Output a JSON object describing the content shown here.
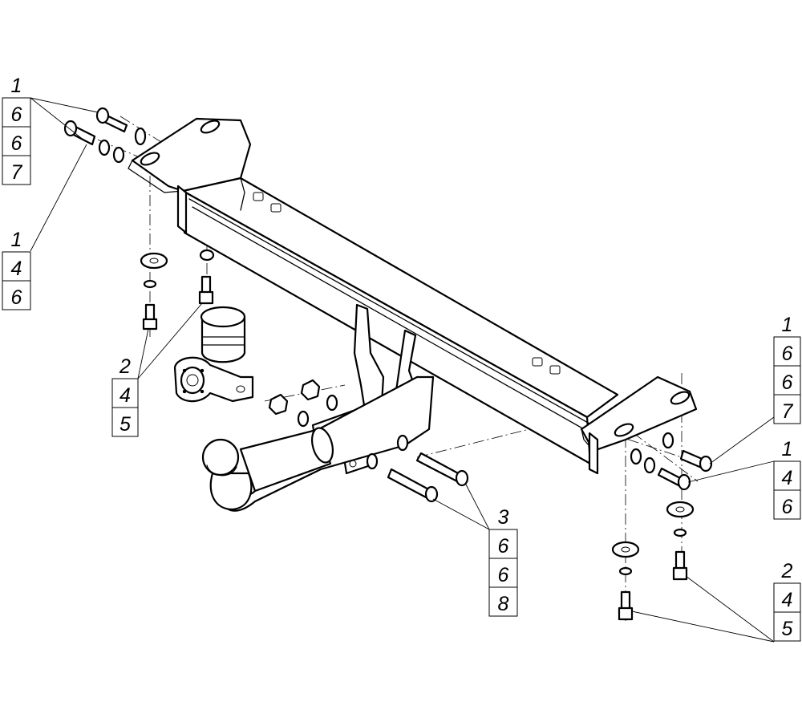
{
  "callouts": [
    {
      "id": "top-left",
      "labels": [
        "1",
        "6",
        "6",
        "7"
      ]
    },
    {
      "id": "left-middle",
      "labels": [
        "1",
        "4",
        "6"
      ]
    },
    {
      "id": "left-lower",
      "labels": [
        "2",
        "4",
        "5"
      ]
    },
    {
      "id": "center-bottom",
      "labels": [
        "3",
        "6",
        "6",
        "8"
      ]
    },
    {
      "id": "right-upper",
      "labels": [
        "1",
        "6",
        "6",
        "7"
      ]
    },
    {
      "id": "right-middle",
      "labels": [
        "1",
        "4",
        "6"
      ]
    },
    {
      "id": "right-lower",
      "labels": [
        "2",
        "4",
        "5"
      ]
    }
  ]
}
